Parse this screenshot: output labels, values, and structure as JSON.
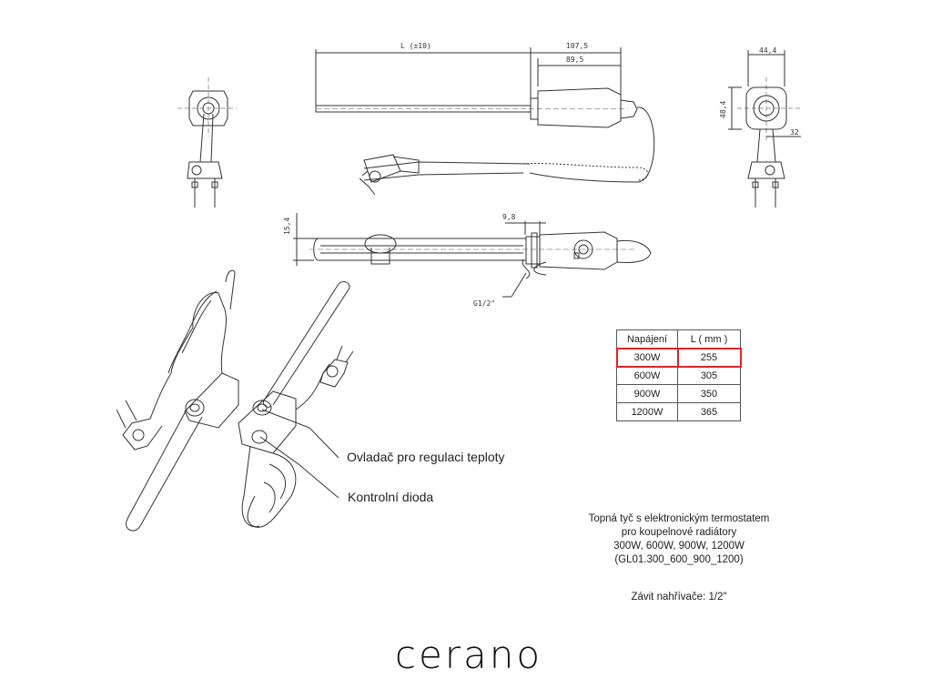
{
  "dimensions": {
    "length": "L  (±10)",
    "overall_head": "107,5",
    "head_body": "89,5",
    "end_square": "44,4",
    "end_height": "48,4",
    "end_offset": "32",
    "rod_dia": "15,4",
    "nut_width": "9,8",
    "thread": "G1/2\""
  },
  "spec_table": {
    "headers": [
      "Napájení",
      "L ( mm )"
    ],
    "rows": [
      {
        "power": "300W",
        "length": "255"
      },
      {
        "power": "600W",
        "length": "305"
      },
      {
        "power": "900W",
        "length": "350"
      },
      {
        "power": "1200W",
        "length": "365"
      }
    ],
    "highlight_color": "#d9262b"
  },
  "callouts": {
    "knob": "Ovladač pro regulaci teploty",
    "led": "Kontrolní dioda"
  },
  "description": {
    "line1": "Topná tyč s elektronickým termostatem",
    "line2": "pro koupelnové radiátory",
    "line3": "300W, 600W, 900W, 1200W",
    "line4": "(GL01.300_600_900_1200)",
    "thread": "Závit nahřívače: 1/2\""
  },
  "brand": "cerano"
}
